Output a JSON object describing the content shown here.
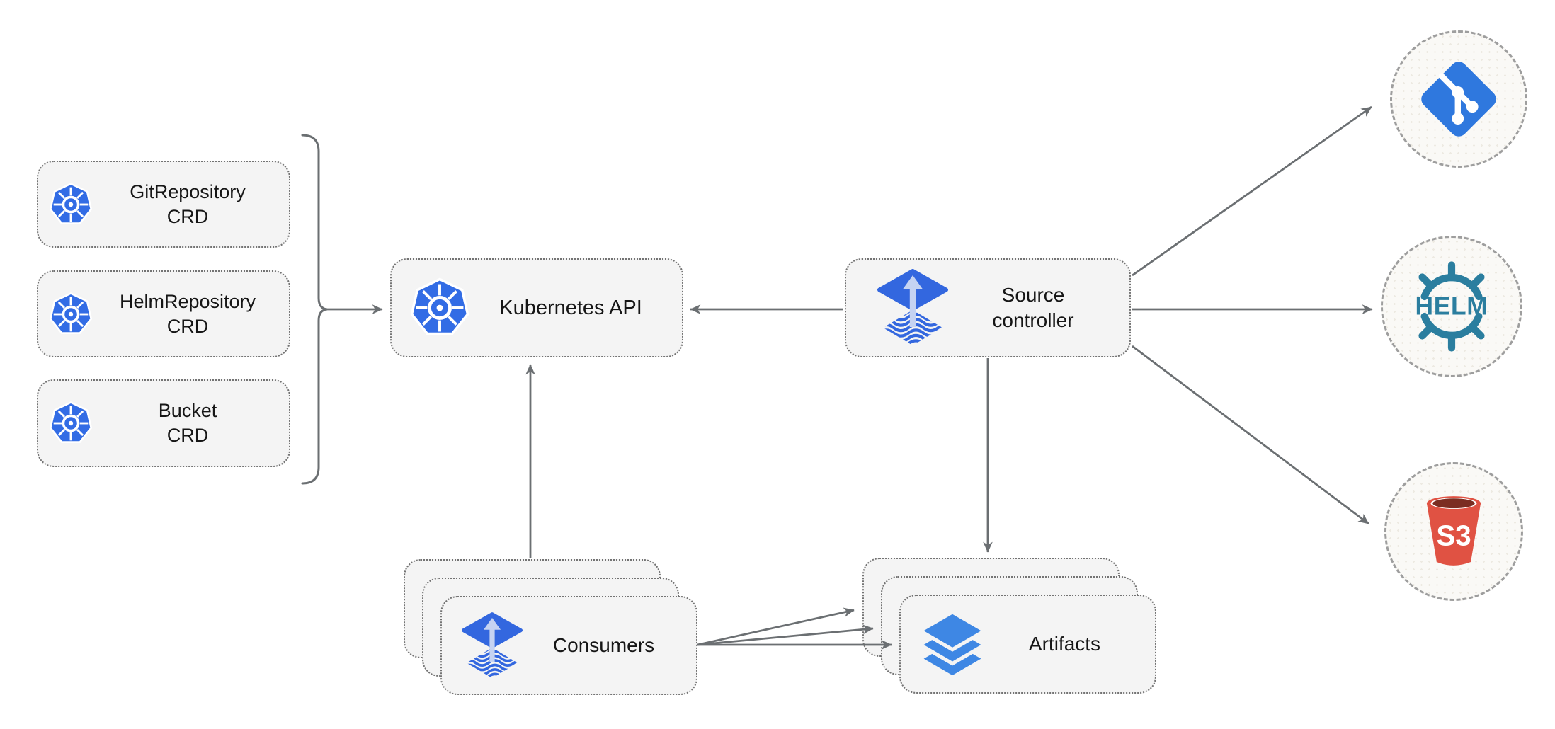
{
  "diagram": {
    "crd_boxes": [
      {
        "icon": "kubernetes-logo",
        "line1": "GitRepository",
        "line2": "CRD"
      },
      {
        "icon": "kubernetes-logo",
        "line1": "HelmRepository",
        "line2": "CRD"
      },
      {
        "icon": "kubernetes-logo",
        "line1": "Bucket",
        "line2": "CRD"
      }
    ],
    "kubernetes_api": {
      "icon": "kubernetes-logo",
      "label": "Kubernetes API"
    },
    "source_controller": {
      "icon": "flux-logo",
      "line1": "Source",
      "line2": "controller"
    },
    "consumers": {
      "icon": "flux-logo",
      "label": "Consumers",
      "stack_count": 3
    },
    "artifacts": {
      "icon": "layers-icon",
      "label": "Artifacts",
      "stack_count": 3
    },
    "sources": {
      "git": {
        "icon": "git-logo"
      },
      "helm": {
        "icon": "helm-logo",
        "label": "HELM"
      },
      "s3": {
        "icon": "s3-bucket-logo",
        "label": "S3"
      }
    },
    "edges": [
      {
        "from": "crd-group",
        "to": "kubernetes-api"
      },
      {
        "from": "source-controller",
        "to": "kubernetes-api"
      },
      {
        "from": "consumers",
        "to": "kubernetes-api"
      },
      {
        "from": "source-controller",
        "to": "artifacts"
      },
      {
        "from": "source-controller",
        "to": "git-source"
      },
      {
        "from": "source-controller",
        "to": "helm-source"
      },
      {
        "from": "source-controller",
        "to": "s3-source"
      },
      {
        "from": "consumers",
        "to": "artifacts",
        "arrow_count": 3
      }
    ],
    "colors": {
      "kubernetes_blue": "#326CE5",
      "flux_blue": "#3367DF",
      "flux_arrow_light": "#C5D3F2",
      "layers_blue": "#3E87E4",
      "git_blue": "#2F78DE",
      "helm_teal": "#2B7E9F",
      "s3_red": "#E05243",
      "s3_dark_red": "#7B2D22",
      "arrow_gray": "#6B6F72",
      "box_fill": "#F4F4F4",
      "box_border": "#737373",
      "circle_border": "#9E9E9E",
      "circle_fill": "#FAF9F6",
      "text_color": "#161616"
    }
  }
}
